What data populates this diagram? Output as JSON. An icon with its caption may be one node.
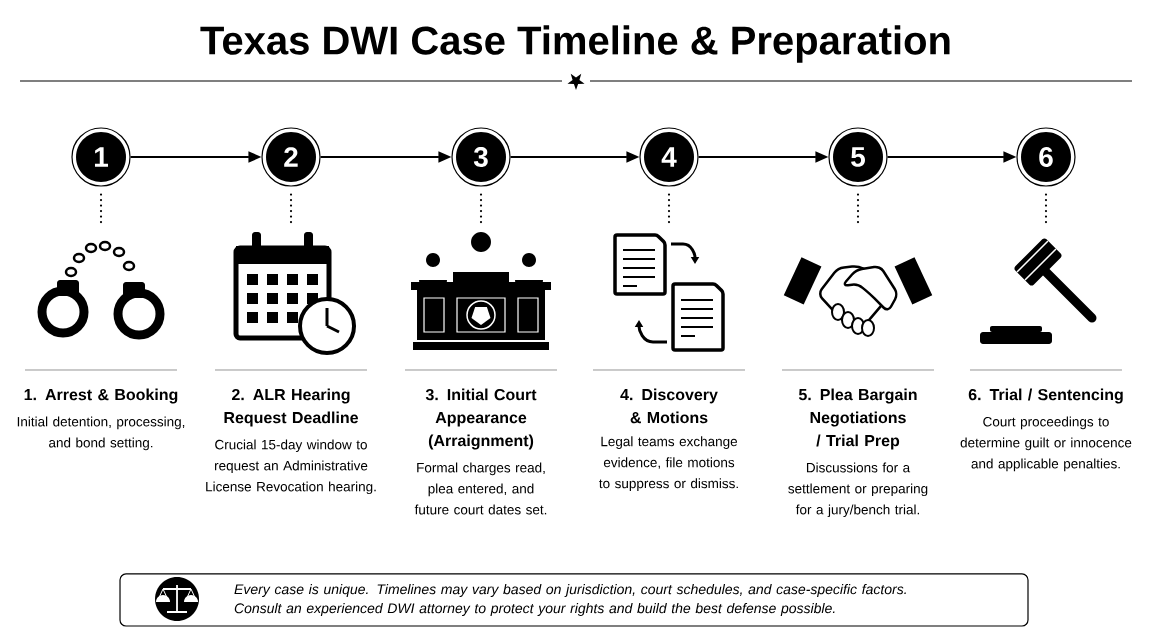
{
  "diagram": {
    "title": "Texas DWI Case Timeline & Preparation",
    "nodes": [
      {
        "text": [
          "1"
        ]
      },
      {
        "text": [
          "2"
        ]
      },
      {
        "text": [
          "3"
        ]
      },
      {
        "text": [
          "4"
        ]
      },
      {
        "text": [
          "5"
        ]
      },
      {
        "text": [
          "6"
        ]
      },
      {
        "text": [],
        "shape": "picture"
      },
      {
        "text": [],
        "shape": "picture"
      },
      {
        "text": [],
        "shape": "picture"
      },
      {
        "text": [],
        "shape": "picture"
      },
      {
        "text": [],
        "shape": "picture"
      },
      {
        "text": [],
        "shape": "picture"
      },
      {
        "text": [
          "Every case is unique. Timelines may vary based on jurisdiction, court schedules, and case-specific factors.",
          "Consult an experienced DWI attorney to protect your rights and build the best defense possible."
        ]
      }
    ],
    "edges": [
      {
        "from": 0,
        "to": 1,
        "arrow": "to"
      },
      {
        "from": 1,
        "to": 2,
        "arrow": "to"
      },
      {
        "from": 2,
        "to": 3,
        "arrow": "to"
      },
      {
        "from": 3,
        "to": 4,
        "arrow": "to"
      },
      {
        "from": 4,
        "to": 5,
        "arrow": "to"
      },
      {
        "from": 0,
        "to": 6,
        "arrow": "none",
        "style": "dashed"
      },
      {
        "from": 1,
        "to": 7,
        "arrow": "none",
        "style": "dashed"
      },
      {
        "from": 2,
        "to": 8,
        "arrow": "none",
        "style": "dashed"
      },
      {
        "from": 3,
        "to": 9,
        "arrow": "none",
        "style": "dashed"
      },
      {
        "from": 4,
        "to": 10,
        "arrow": "none",
        "style": "dashed"
      },
      {
        "from": 5,
        "to": 11,
        "arrow": "none",
        "style": "dashed"
      }
    ],
    "labels": [
      "1. Arrest & Booking",
      "Initial detention, processing, and bond setting.",
      "2. ALR Hearing Request Deadline",
      "Crucial 15-day window to request an Administrative License Revocation hearing.",
      "3. Initial Court Appearance (Arraignment)",
      "Formal charges read, plea entered, and future court dates set.",
      "4. Discovery & Motions",
      "Legal teams exchange evidence, file motions to suppress or dismiss.",
      "5. Plea Bargain Negotiations / Trial Prep",
      "Discussions for a settlement or preparing for a jury/bench trial.",
      "6. Trial / Sentencing",
      "Court proceedings to determine guilt or innocence and applicable penalties."
    ]
  }
}
